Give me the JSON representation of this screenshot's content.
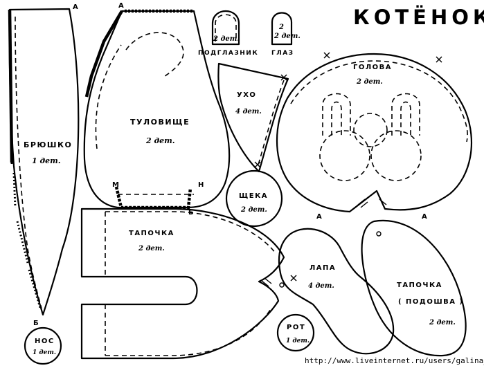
{
  "title": "КОТЁНОК",
  "watermark": "http://www.liveinternet.ru/users/galina_o/",
  "parts": {
    "bryushko": {
      "name": "БРЮШКО",
      "count": "1 дет."
    },
    "tulovische": {
      "name": "ТУЛОВИЩЕ",
      "count": "2 дет."
    },
    "podglaznik": {
      "name": "ПОДГЛАЗНИК",
      "count": "2 дет."
    },
    "glaz": {
      "name": "ГЛАЗ",
      "count": "2 дет."
    },
    "ukho": {
      "name": "УХО",
      "count": "4 дет."
    },
    "golova": {
      "name": "ГОЛОВА",
      "count": "2 дет."
    },
    "scheka": {
      "name": "ЩЕКА",
      "count": "2 дет."
    },
    "tapochka": {
      "name": "ТАПОЧКА",
      "count": "2 дет."
    },
    "lapa": {
      "name": "ЛАПА",
      "count": "4 дет."
    },
    "podoshva": {
      "name": "ТАПОЧКА",
      "subname": "( ПОДОШВА )",
      "count": "2 дет."
    },
    "rot": {
      "name": "РОТ",
      "count": "1 дет."
    },
    "nos": {
      "name": "НОС",
      "count": "1 дет."
    }
  },
  "marks": {
    "a1": "А",
    "a2": "А",
    "a3": "А",
    "a4": "А",
    "b1": "Б",
    "b2": "Б",
    "m": "М",
    "n": "Н",
    "o1": "О",
    "o2": "О"
  },
  "colors": {
    "ink": "#000000",
    "paper": "#ffffff"
  }
}
